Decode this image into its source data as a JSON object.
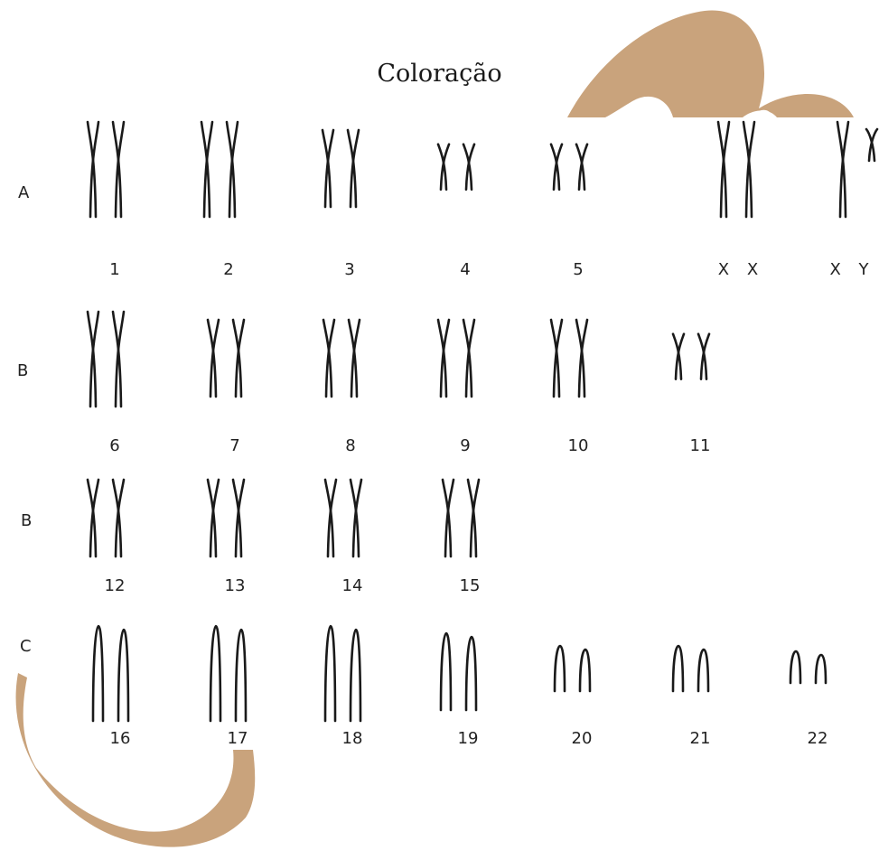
{
  "title": "Coloração",
  "accent_color": "#c9a37c",
  "line_color": "#1a1a1a",
  "rows": [
    {
      "label": "A",
      "groups": [
        {
          "number": "1",
          "shape": "x",
          "size": "large"
        },
        {
          "number": "2",
          "shape": "x",
          "size": "large"
        },
        {
          "number": "3",
          "shape": "x",
          "size": "medium"
        },
        {
          "number": "4",
          "shape": "x",
          "size": "small"
        },
        {
          "number": "5",
          "shape": "x",
          "size": "small"
        },
        {
          "number": "X X",
          "shape": "x",
          "size": "large"
        },
        {
          "number": "X Y",
          "shape": "xy",
          "size": "large"
        }
      ]
    },
    {
      "label": "B",
      "groups": [
        {
          "number": "6",
          "shape": "x",
          "size": "large"
        },
        {
          "number": "7",
          "shape": "x",
          "size": "medium"
        },
        {
          "number": "8",
          "shape": "x",
          "size": "medium"
        },
        {
          "number": "9",
          "shape": "x",
          "size": "medium"
        },
        {
          "number": "10",
          "shape": "x",
          "size": "medium"
        },
        {
          "number": "11",
          "shape": "x",
          "size": "small"
        }
      ]
    },
    {
      "label": "B",
      "groups": [
        {
          "number": "12",
          "shape": "x",
          "size": "medium"
        },
        {
          "number": "13",
          "shape": "x",
          "size": "medium"
        },
        {
          "number": "14",
          "shape": "x",
          "size": "medium"
        },
        {
          "number": "15",
          "shape": "x",
          "size": "medium"
        }
      ]
    },
    {
      "label": "C",
      "groups": [
        {
          "number": "16",
          "shape": "acro",
          "size": "large"
        },
        {
          "number": "17",
          "shape": "acro",
          "size": "large"
        },
        {
          "number": "18",
          "shape": "acro",
          "size": "large"
        },
        {
          "number": "19",
          "shape": "acro",
          "size": "medium"
        },
        {
          "number": "20",
          "shape": "acro",
          "size": "small"
        },
        {
          "number": "21",
          "shape": "acro",
          "size": "small"
        },
        {
          "number": "22",
          "shape": "acro",
          "size": "tiny"
        }
      ]
    }
  ]
}
